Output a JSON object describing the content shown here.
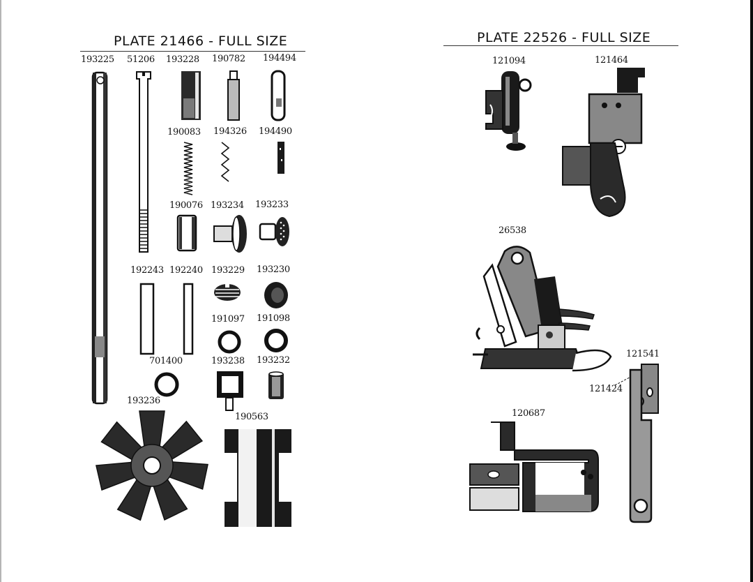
{
  "left_plate": {
    "title": "PLATE 21466 - FULL SIZE",
    "parts": {
      "p193225": "193225",
      "p51206": "51206",
      "p193228": "193228",
      "p190782": "190782",
      "p194494": "194494",
      "p190083": "190083",
      "p194326": "194326",
      "p194490": "194490",
      "p190076": "190076",
      "p193234": "193234",
      "p193233": "193233",
      "p192243": "192243",
      "p192240": "192240",
      "p193229": "193229",
      "p193230": "193230",
      "p191097": "191097",
      "p191098": "191098",
      "p701400": "701400",
      "p193238": "193238",
      "p193232": "193232",
      "p193236": "193236",
      "p190563": "190563"
    }
  },
  "right_plate": {
    "title": "PLATE 22526 - FULL SIZE",
    "parts": {
      "p121094": "121094",
      "p121464": "121464",
      "p26538": "26538",
      "p121541": "121541",
      "p121424": "121424",
      "p120687": "120687"
    }
  },
  "colors": {
    "ink": "#111111",
    "paper": "#ffffff",
    "right_border": "#0a0a0a",
    "left_border": "#b5b5b5"
  }
}
